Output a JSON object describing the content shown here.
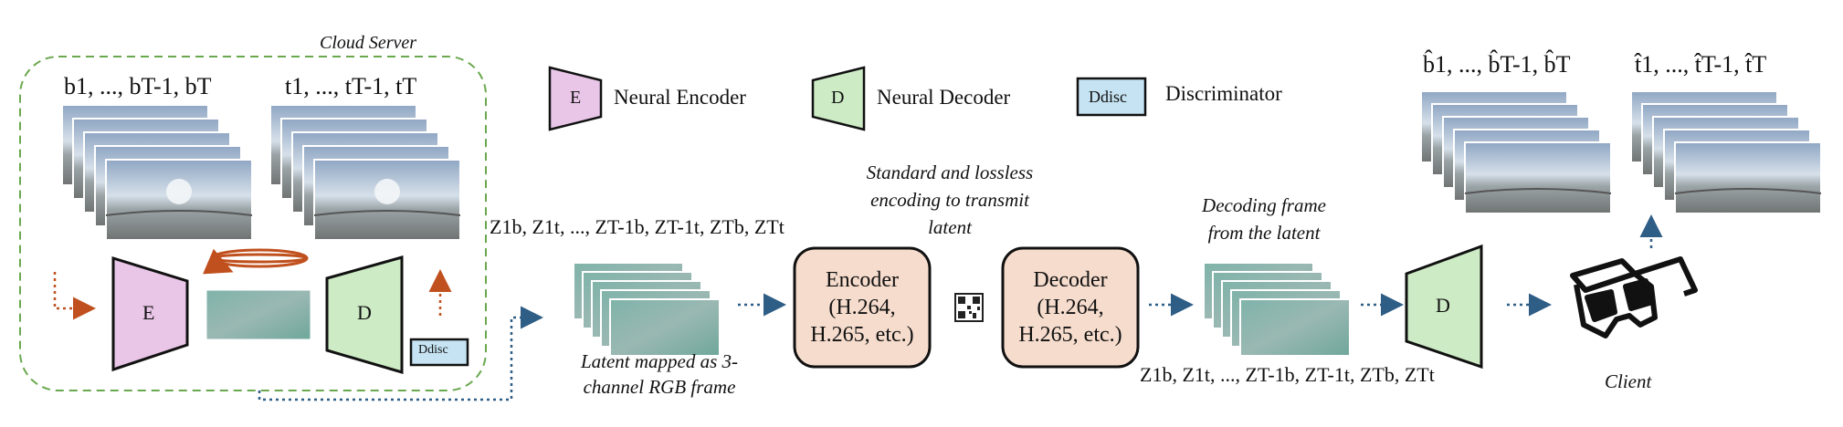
{
  "cloud_server": {
    "title": "Cloud Server",
    "base_frames_label": "b1, ..., bT-1, bT",
    "texture_frames_label": "t1, ..., tT-1, tT",
    "encoder_letter": "E",
    "decoder_letter": "D",
    "discriminator_letter": "Ddisc"
  },
  "legend": {
    "encoder_letter": "E",
    "encoder_label": "Neural Encoder",
    "decoder_letter": "D",
    "decoder_label": "Neural Decoder",
    "discriminator_letter": "Ddisc",
    "discriminator_label": "Discriminator"
  },
  "latent_sequence_top": "Z1b, Z1t, ..., ZT-1b, ZT-1t, ZTb, ZTt",
  "latent_frame_caption": "Latent mapped as 3-channel RGB frame",
  "standard_caption": "Standard and lossless encoding to transmit latent",
  "encoder_box": {
    "title": "Encoder",
    "detail_1": "(H.264,",
    "detail_2": "H.265, etc.)"
  },
  "decoder_box": {
    "title": "Decoder",
    "detail_1": "(H.264,",
    "detail_2": "H.265, etc.)"
  },
  "decoding_caption": "Decoding frame from the latent",
  "latent_sequence_bottom": "Z1b, Z1t, ..., ZT-1b, ZT-1t, ZTb, ZTt",
  "client": {
    "decoder_letter": "D",
    "output_base_label": "b̂1, ..., b̂T-1, b̂T",
    "output_texture_label": "t̂1, ..., t̂T-1, t̂T",
    "caption": "Client",
    "icon": "vr-glasses-icon"
  },
  "colors": {
    "encoder_fill": "#e9c6e8",
    "decoder_fill": "#cdebc5",
    "discriminator_fill": "#c5e3f2",
    "codec_box_fill": "#f6dccd",
    "arrow_blue": "#2e5d86",
    "arrow_orange": "#c0501d",
    "cloud_border": "#6aa84f"
  }
}
